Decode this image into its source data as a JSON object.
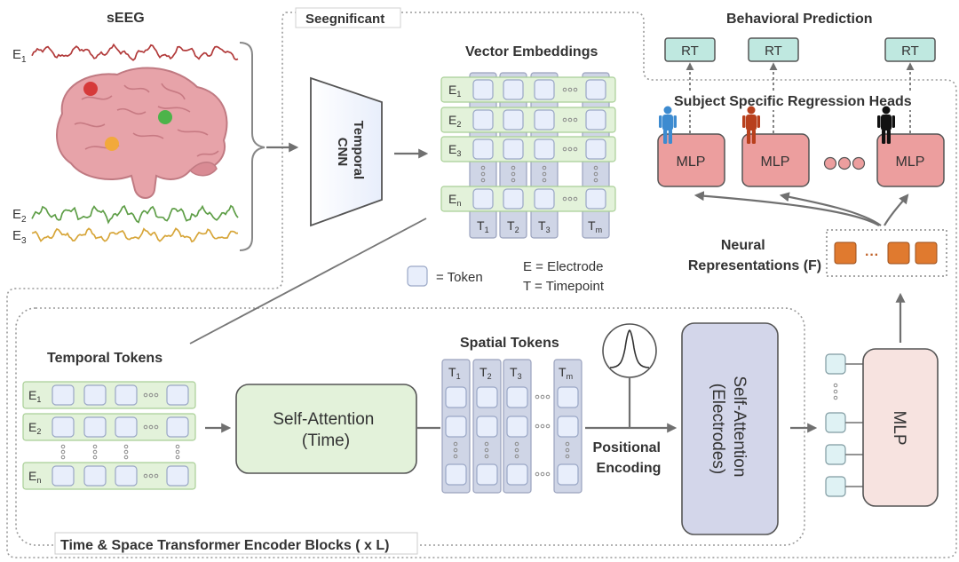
{
  "seeg": {
    "title": "sEEG",
    "channels": [
      {
        "label": "E",
        "sub": "1",
        "color": "#b23b3b"
      },
      {
        "label": "E",
        "sub": "2",
        "color": "#5e9e47"
      },
      {
        "label": "E",
        "sub": "3",
        "color": "#d7a63a"
      }
    ],
    "electrode_colors": [
      "#d63a3a",
      "#4db34a",
      "#f2a93b"
    ]
  },
  "seegnificant_label": "Seegnificant",
  "temporal_cnn": {
    "line1": "Temporal",
    "line2": "CNN"
  },
  "vector_embeddings": {
    "title": "Vector Embeddings",
    "rows": [
      {
        "label": "E",
        "sub": "1"
      },
      {
        "label": "E",
        "sub": "2"
      },
      {
        "label": "E",
        "sub": "3"
      },
      {
        "label": "E",
        "sub": "n"
      }
    ],
    "cols": [
      {
        "label": "T",
        "sub": "1"
      },
      {
        "label": "T",
        "sub": "2"
      },
      {
        "label": "T",
        "sub": "3"
      },
      {
        "label": "T",
        "sub": "m"
      }
    ]
  },
  "legend": {
    "token": "= Token",
    "electrode": "E = Electrode",
    "timepoint": "T = Timepoint"
  },
  "behavioral_prediction": {
    "title": "Behavioral Prediction",
    "outputs": [
      "RT",
      "RT",
      "RT"
    ]
  },
  "regression_heads": {
    "title": "Subject Specific Regression Heads",
    "mlp_label": "MLP",
    "subject_colors": [
      "#3d8bd0",
      "#b8401d",
      "#111111"
    ]
  },
  "neural_representations": {
    "line1": "Neural",
    "line2": "Representations (F)",
    "ellipsis": "···"
  },
  "temporal_tokens": {
    "title": "Temporal Tokens",
    "rows": [
      {
        "label": "E",
        "sub": "1"
      },
      {
        "label": "E",
        "sub": "2"
      },
      {
        "label": "E",
        "sub": "n"
      }
    ]
  },
  "self_attention_time": {
    "line1": "Self-Attention",
    "line2": "(Time)"
  },
  "spatial_tokens": {
    "title": "Spatial Tokens",
    "cols": [
      {
        "label": "T",
        "sub": "1"
      },
      {
        "label": "T",
        "sub": "2"
      },
      {
        "label": "T",
        "sub": "3"
      },
      {
        "label": "T",
        "sub": "m"
      }
    ]
  },
  "positional_encoding": {
    "line1": "Positional",
    "line2": "Encoding"
  },
  "self_attention_electrodes": {
    "line1": "Self-Attention",
    "line2": "(Electrodes)"
  },
  "final_mlp": "MLP",
  "encoder_blocks_label": "Time & Space Transformer Encoder Blocks ( x L)"
}
